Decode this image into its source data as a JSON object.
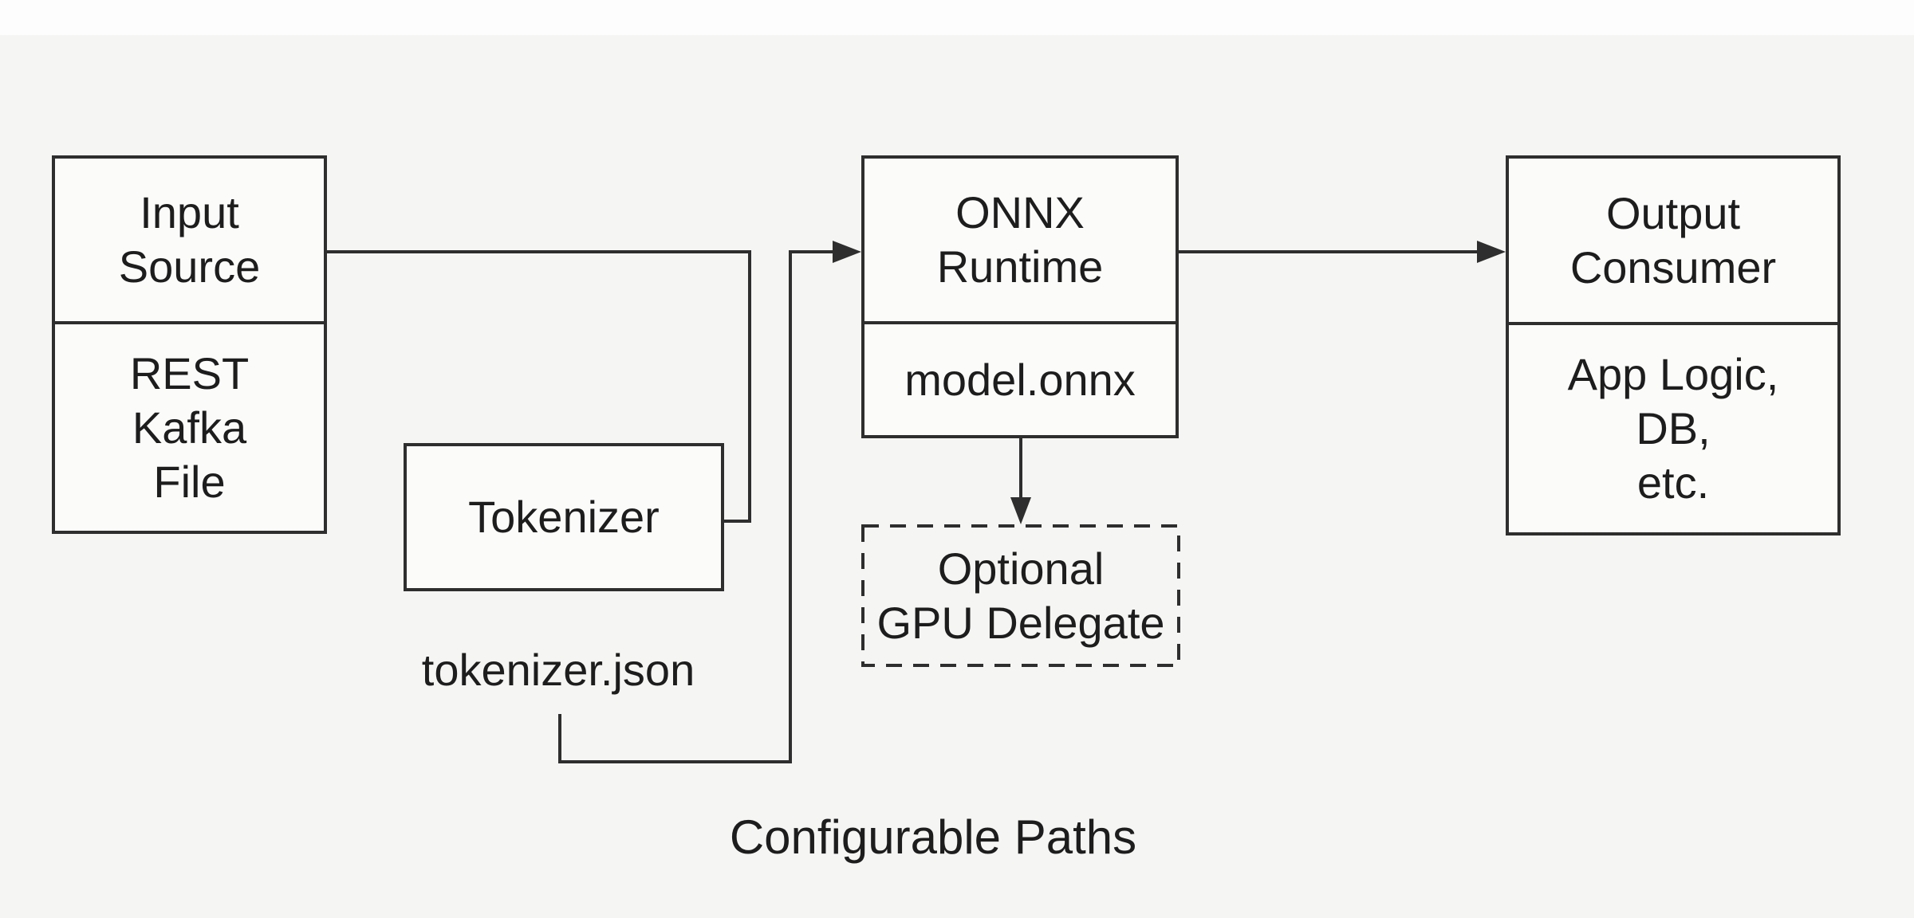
{
  "colors": {
    "bg": "#f5f5f3",
    "strip": "#fdfdfd",
    "boxFill": "#fbfbfa",
    "stroke": "#2e2e2e",
    "text": "#1d1d1d"
  },
  "nodes": {
    "input_source": {
      "title": "Input\nSource",
      "detail": "REST\nKafka\nFile"
    },
    "tokenizer": {
      "title": "Tokenizer"
    },
    "tokenizer_file": {
      "label": "tokenizer.json"
    },
    "onnx_runtime": {
      "title": "ONNX\nRuntime",
      "detail": "model.onnx"
    },
    "gpu_delegate": {
      "title": "Optional\nGPU Delegate"
    },
    "output_consumer": {
      "title": "Output\nConsumer",
      "detail": "App Logic,\nDB,\netc."
    }
  },
  "caption": "Configurable Paths"
}
